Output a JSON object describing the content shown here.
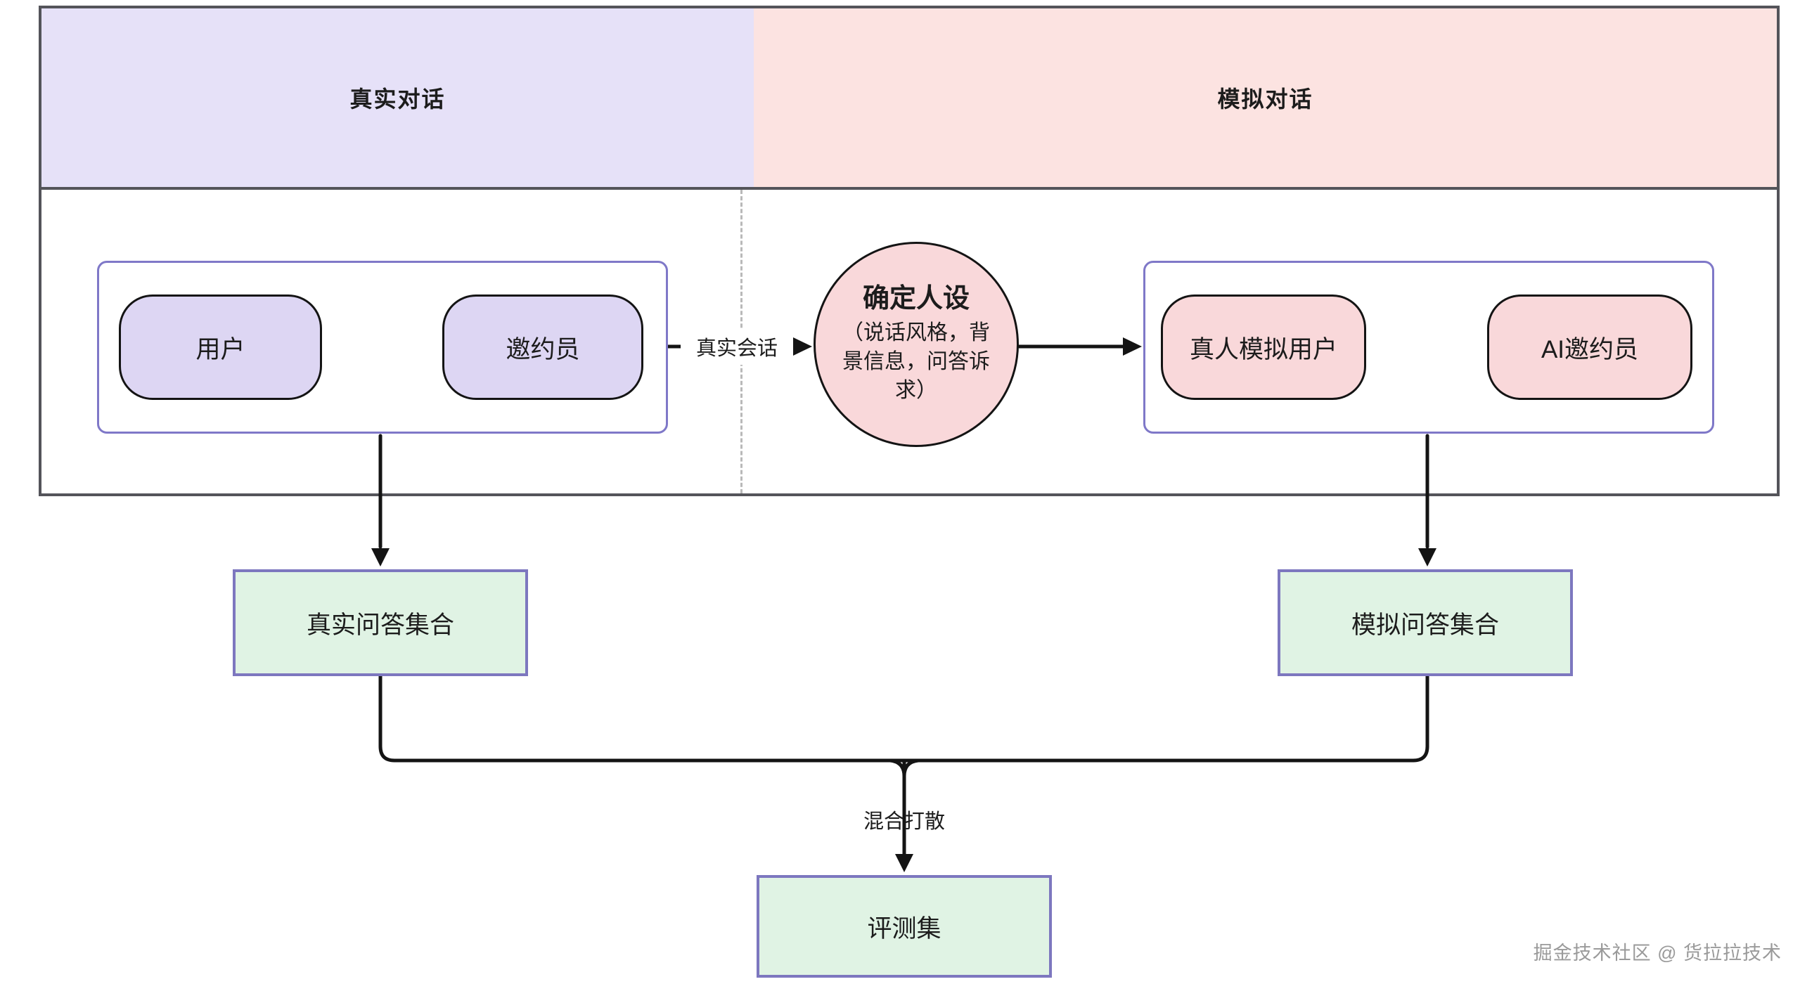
{
  "header": {
    "real_title": "真实对话",
    "sim_title": "模拟对话"
  },
  "real_group": {
    "user": "用户",
    "inviter": "邀约员"
  },
  "persona": {
    "title": "确定人设",
    "sub_line1": "（说话风格，背",
    "sub_line2": "景信息，问答诉",
    "sub_line3": "求）"
  },
  "sim_group": {
    "sim_user": "真人模拟用户",
    "ai_inviter": "AI邀约员"
  },
  "edge_labels": {
    "real_session": "真实会话",
    "mix_shuffle": "混合打散"
  },
  "outputs": {
    "real_qa": "真实问答集合",
    "sim_qa": "模拟问答集合",
    "eval_set": "评测集"
  },
  "watermark": "掘金技术社区 @ 货拉拉技术",
  "colors": {
    "header_real_bg": "#e6e1f8",
    "header_sim_bg": "#fce3e1",
    "purple_node_bg": "#ddd6f3",
    "pink_node_bg": "#f9d8da",
    "green_node_bg": "#e0f3e4",
    "group_border": "#7f78c8",
    "result_border": "#7d77bf",
    "table_border": "#54545a",
    "line_color": "#141414",
    "divider_dash": "#b9b9b9",
    "watermark_color": "#9a9a9a"
  }
}
